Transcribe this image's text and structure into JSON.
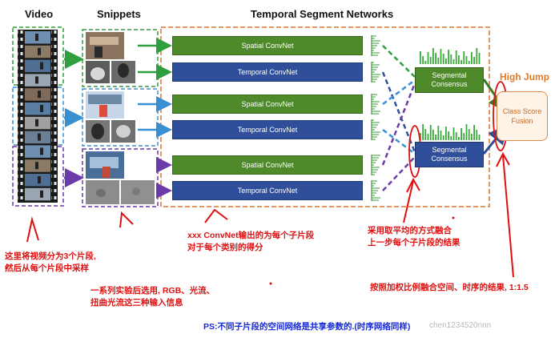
{
  "headers": {
    "video": "Video",
    "snippets": "Snippets",
    "tsn": "Temporal Segment Networks"
  },
  "networks": {
    "spatial": "Spatial ConvNet",
    "temporal": "Temporal ConvNet"
  },
  "consensus": {
    "label_line1": "Segmental",
    "label_line2": "Consensus"
  },
  "fusion": {
    "line1": "Class Score",
    "line2": "Fusion"
  },
  "result_label": "High Jump",
  "notes": {
    "video_line1": "这里将视频分为3个片段,",
    "video_line2": "然后从每个片段中采样",
    "input_line1": "一系列实验后选用, RGB、光流、",
    "input_line2": "扭曲光流这三种输入信息",
    "convnet_line1": "xxx  ConvNet输出的为每个子片段",
    "convnet_line2": "对于每个类别的得分",
    "consensus_line1": "采用取平均的方式融合",
    "consensus_line2": "上一步每个子片段的结果",
    "fusion_note": "按照加权比例融合空间、时序的结果, 1:1.5"
  },
  "ps_note": "PS:不同子片段的空间网络是共享参数的.(时序网络同样)",
  "watermark": "chen1234520nnn",
  "colors": {
    "segment1": "#2e9e3e",
    "segment2": "#3a8fd0",
    "segment3": "#6a3aa8",
    "tsn_border": "#d9772e",
    "spatial": "#4f8a2a",
    "temporal": "#2f4f9a",
    "annotation": "#e01010",
    "ps": "#1428d8"
  }
}
